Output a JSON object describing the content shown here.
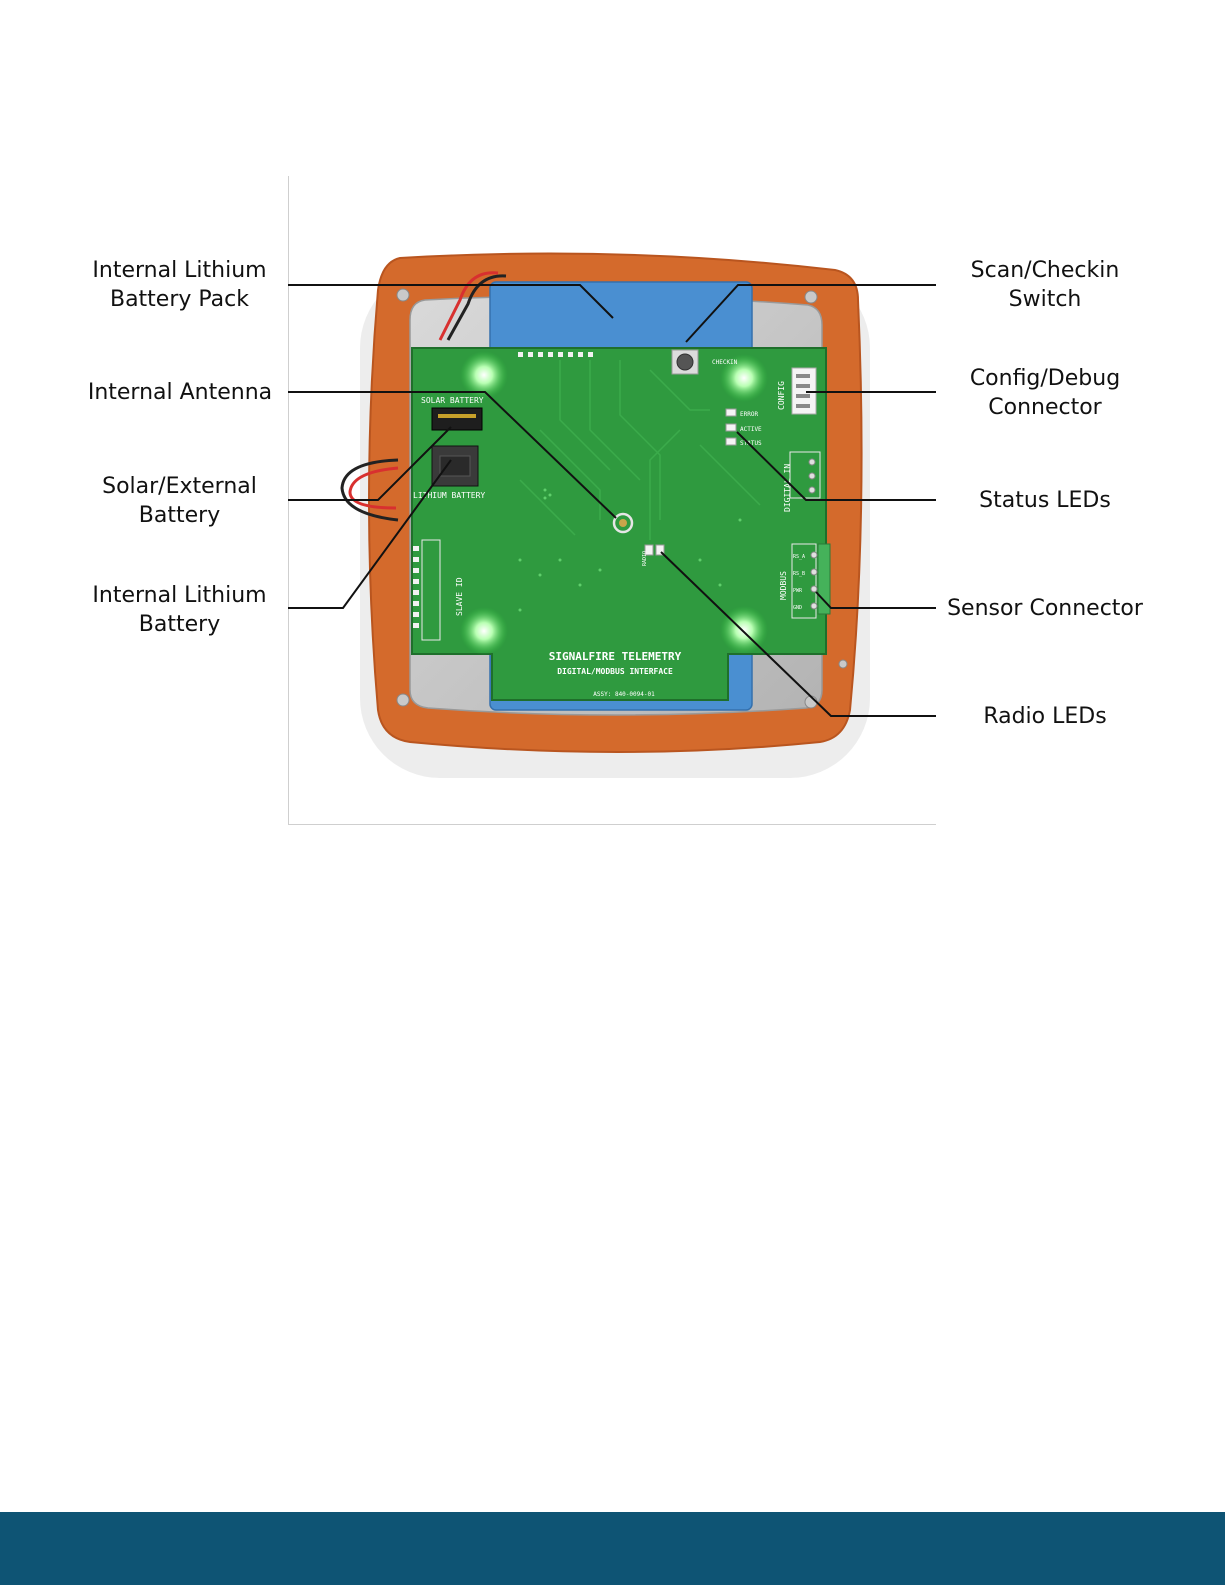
{
  "colors": {
    "footer_bar": "#0e5474",
    "pcb_green": "#2f9a3f",
    "enclosure_orange": "#d4672a",
    "battery_blue": "#4a8fd1",
    "leader_line": "#111111"
  },
  "board": {
    "silkscreen": {
      "brand": "SIGNALFIRE TELEMETRY",
      "interface": "DIGITAL/MODBUS INTERFACE",
      "assy": "ASSY: 840-0094-01",
      "checkin": "CHECKIN",
      "config": "CONFIG",
      "digital_in": "DIGITAL IN",
      "modbus": "MODBUS",
      "slave_id": "SLAVE ID",
      "solar_battery": "SOLAR BATTERY",
      "lithium_battery": "LITHIUM BATTERY",
      "error": "ERROR",
      "active": "ACTIVE",
      "status": "STATUS",
      "radio": "RADIO",
      "ms_a": "RS_A",
      "ms_b": "RS_B",
      "pwr": "PWR",
      "gnd": "GND"
    }
  },
  "callouts": {
    "left": [
      {
        "lines": [
          "Internal Lithium",
          "Battery Pack"
        ]
      },
      {
        "lines": [
          "Internal Antenna"
        ]
      },
      {
        "lines": [
          "Solar/External",
          "Battery"
        ]
      },
      {
        "lines": [
          "Internal Lithium",
          "Battery"
        ]
      }
    ],
    "right": [
      {
        "lines": [
          "Scan/Checkin",
          "Switch"
        ]
      },
      {
        "lines": [
          "Config/Debug",
          "Connector"
        ]
      },
      {
        "lines": [
          "Status LEDs"
        ]
      },
      {
        "lines": [
          "Sensor Connector"
        ]
      },
      {
        "lines": [
          "Radio LEDs"
        ]
      }
    ]
  }
}
